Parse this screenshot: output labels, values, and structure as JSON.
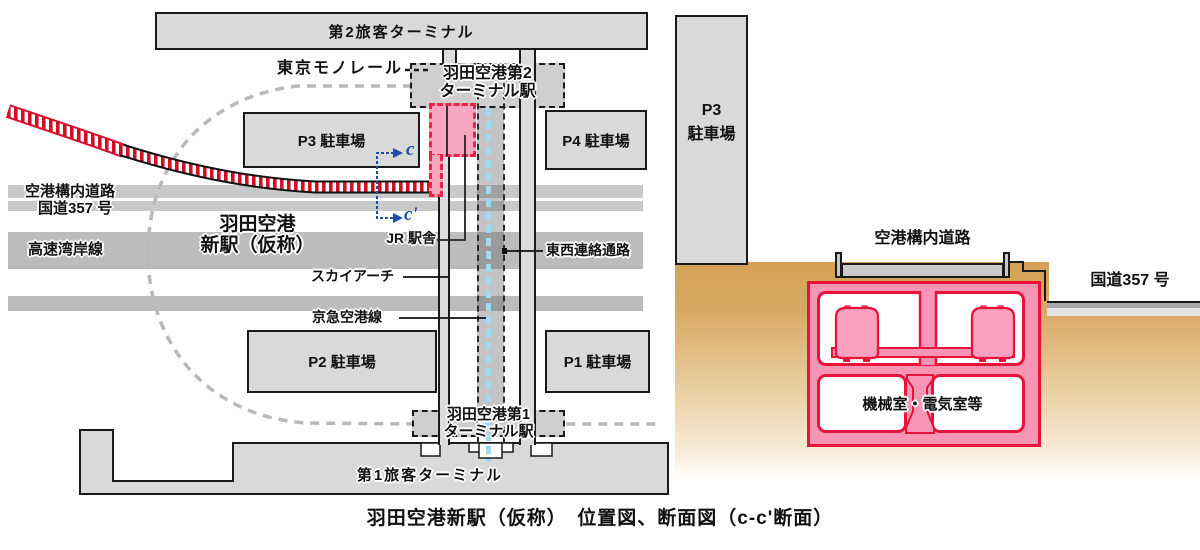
{
  "caption": "羽田空港新駅（仮称）　位置図、断面図（c-c'断面）",
  "map": {
    "terminal2_label": "第2旅客ターミナル",
    "monorail_label": "東京モノレール",
    "t2_station_line1": "羽田空港第2",
    "t2_station_line2": "ターミナル駅",
    "p3_label": "P3 駐車場",
    "p4_label": "P4 駐車場",
    "airport_road_label": "空港構内道路",
    "route357_label": "国道357 号",
    "bayshore_label": "高速湾岸線",
    "new_station_line1": "羽田空港",
    "new_station_line2": "新駅（仮称）",
    "jr_station_label": "JR 駅舎",
    "east_west_label": "東西連絡通路",
    "sky_arch_label": "スカイアーチ",
    "keikyu_label": "京急空港線",
    "p2_label": "P2 駐車場",
    "p1_label": "P1 駐車場",
    "t1_station_line1": "羽田空港第1",
    "t1_station_line2": "ターミナル駅",
    "terminal1_label": "第1旅客ターミナル",
    "section_marker_top": "c",
    "section_marker_bottom": "c'"
  },
  "section": {
    "p3_line1": "P3",
    "p3_line2": "駐車場",
    "airport_road_label": "空港構内道路",
    "route357_label": "国道357 号",
    "machine_room_label": "機械室・電気室等"
  },
  "colors": {
    "station_pink": "#f795b5",
    "station_red": "#e8123a",
    "construction_line_red": "#cf1025",
    "ground_tan": "#d4a055",
    "section_marker_blue": "#1d4ea8",
    "keikyu_lightblue": "#9fd9f6",
    "building_gray": "#d9d9d9",
    "road_gray": "#c9c9c9"
  }
}
